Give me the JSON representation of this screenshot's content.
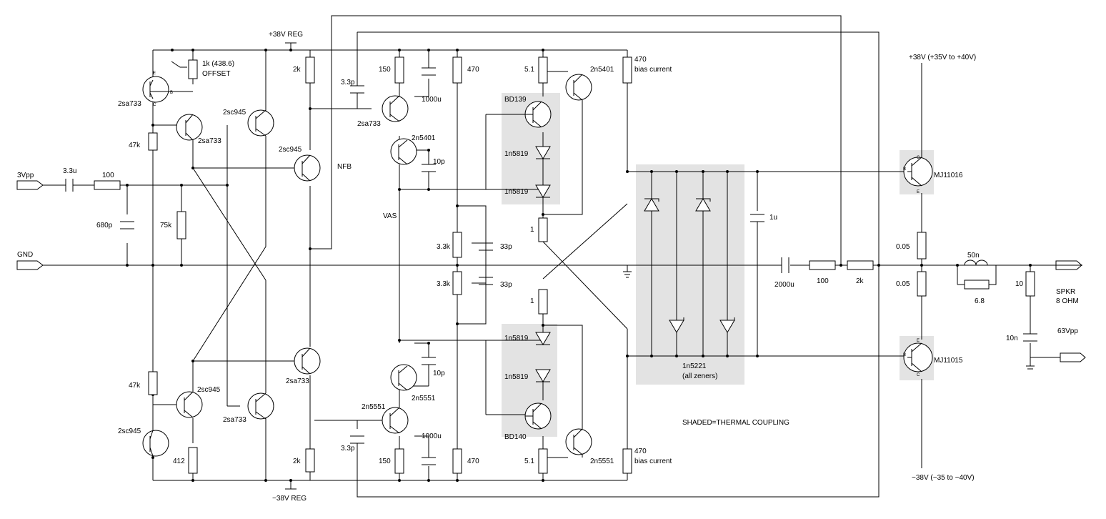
{
  "power": {
    "pos_reg": "+38V REG",
    "neg_reg": "−38V REG",
    "pos_supply": "+38V (+35V to +40V)",
    "neg_supply": "−38V (−35 to −40V)"
  },
  "ports": {
    "input": "3Vpp",
    "ground": "GND",
    "speaker": "SPKR",
    "speaker_ohm": "8 OHM",
    "output_swing": "63Vpp"
  },
  "labels": {
    "r_offset": "1k (438.6)",
    "offset": "OFFSET",
    "nfb": "NFB",
    "vas": "VAS",
    "bias_current_top": "bias current",
    "bias_current_bottom": "bias current",
    "zener_part": "1n5221",
    "zener_note": "(all zeners)",
    "shaded_note": "SHADED=THERMAL COUPLING"
  },
  "transistors": {
    "q1": "2sa733",
    "q2": "2sa733",
    "q3": "2sc945",
    "q4": "2sc945",
    "q5": "2sc945",
    "q6": "2sc945",
    "q7": "2sa733",
    "q8": "2sa733",
    "q9": "2sa733",
    "q10": "2n5401",
    "q11": "2n5551",
    "q12": "2n5551",
    "q13": "BD139",
    "q14": "BD140",
    "q15": "2n5401",
    "q16": "2n5551",
    "q17": "MJ11016",
    "q18": "MJ11015"
  },
  "values": {
    "c_in": "3.3u",
    "r_in": "100",
    "c_680p": "680p",
    "r_75k": "75k",
    "r_47k_top": "47k",
    "r_47k_bot": "47k",
    "r_412": "412",
    "r_2k_top": "2k",
    "r_2k_bot": "2k",
    "c_3p3_top": "3.3p",
    "c_3p3_bot": "3.3p",
    "r_150_top": "150",
    "r_150_bot": "150",
    "c_1000u_top": "1000u",
    "c_1000u_bot": "1000u",
    "c_10p_top": "10p",
    "c_10p_bot": "10p",
    "r_470_a": "470",
    "r_470_b": "470",
    "r_470_c": "470",
    "r_470_d": "470",
    "r_3k3_a": "3.3k",
    "r_3k3_b": "3.3k",
    "c_33p_a": "33p",
    "c_33p_b": "33p",
    "d_1": "1n5819",
    "d_2": "1n5819",
    "d_3": "1n5819",
    "d_4": "1n5819",
    "r_1_a": "1",
    "r_1_b": "1",
    "r_5p1_a": "5.1",
    "r_5p1_b": "5.1",
    "c_1u": "1u",
    "c_2000u": "2000u",
    "r_100_fb": "100",
    "r_2k_fb": "2k",
    "r_005_a": "0.05",
    "r_005_b": "0.05",
    "l_50n": "50n",
    "r_6p8": "6.8",
    "r_10": "10",
    "c_10n": "10n"
  },
  "pins": {
    "e": "E",
    "b": "B",
    "c": "C"
  }
}
